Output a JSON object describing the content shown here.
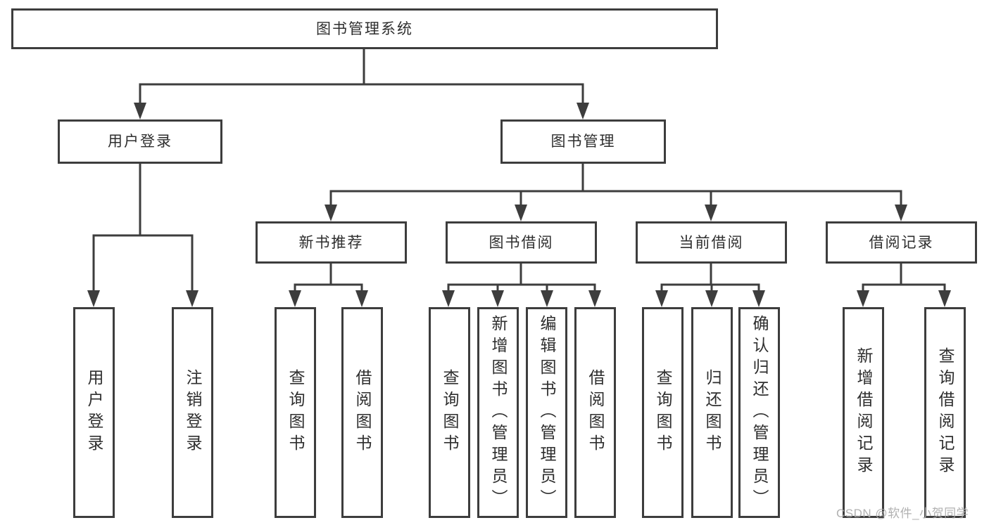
{
  "diagram": {
    "type": "hierarchy-tree",
    "title": "图书管理系统",
    "watermark": "CSDN @软件_小贺同学",
    "colors": {
      "line": "#3d3d3d",
      "box_border": "#3d3d3d",
      "text": "#2e2e2e",
      "watermark": "#a8a8a8",
      "background": "#ffffff"
    },
    "nodes": {
      "root": {
        "label": "图书管理系统"
      },
      "user_login": {
        "label": "用户登录"
      },
      "book_mgmt": {
        "label": "图书管理"
      },
      "new_book_rec": {
        "label": "新书推荐"
      },
      "book_borrow": {
        "label": "图书借阅"
      },
      "current_borrow": {
        "label": "当前借阅"
      },
      "borrow_records": {
        "label": "借阅记录"
      },
      "ul1": {
        "label": "用户登录"
      },
      "ul2": {
        "label": "注销登录"
      },
      "nr1": {
        "label": "查询图书"
      },
      "nr2": {
        "label": "借阅图书"
      },
      "bb1": {
        "label": "查询图书"
      },
      "bb2": {
        "label": "新增图书（管理员）"
      },
      "bb3": {
        "label": "编辑图书（管理员）"
      },
      "bb4": {
        "label": "借阅图书"
      },
      "cb1": {
        "label": "查询图书"
      },
      "cb2": {
        "label": "归还图书"
      },
      "cb3": {
        "label": "确认归还（管理员）"
      },
      "br1": {
        "label": "新增借阅记录"
      },
      "br2": {
        "label": "查询借阅记录"
      }
    },
    "edges": [
      {
        "from": "root",
        "to": [
          "user_login",
          "book_mgmt"
        ]
      },
      {
        "from": "user_login",
        "to": [
          "ul1",
          "ul2"
        ]
      },
      {
        "from": "book_mgmt",
        "to": [
          "new_book_rec",
          "book_borrow",
          "current_borrow",
          "borrow_records"
        ]
      },
      {
        "from": "new_book_rec",
        "to": [
          "nr1",
          "nr2"
        ]
      },
      {
        "from": "book_borrow",
        "to": [
          "bb1",
          "bb2",
          "bb3",
          "bb4"
        ]
      },
      {
        "from": "current_borrow",
        "to": [
          "cb1",
          "cb2",
          "cb3"
        ]
      },
      {
        "from": "borrow_records",
        "to": [
          "br1",
          "br2"
        ]
      }
    ]
  }
}
